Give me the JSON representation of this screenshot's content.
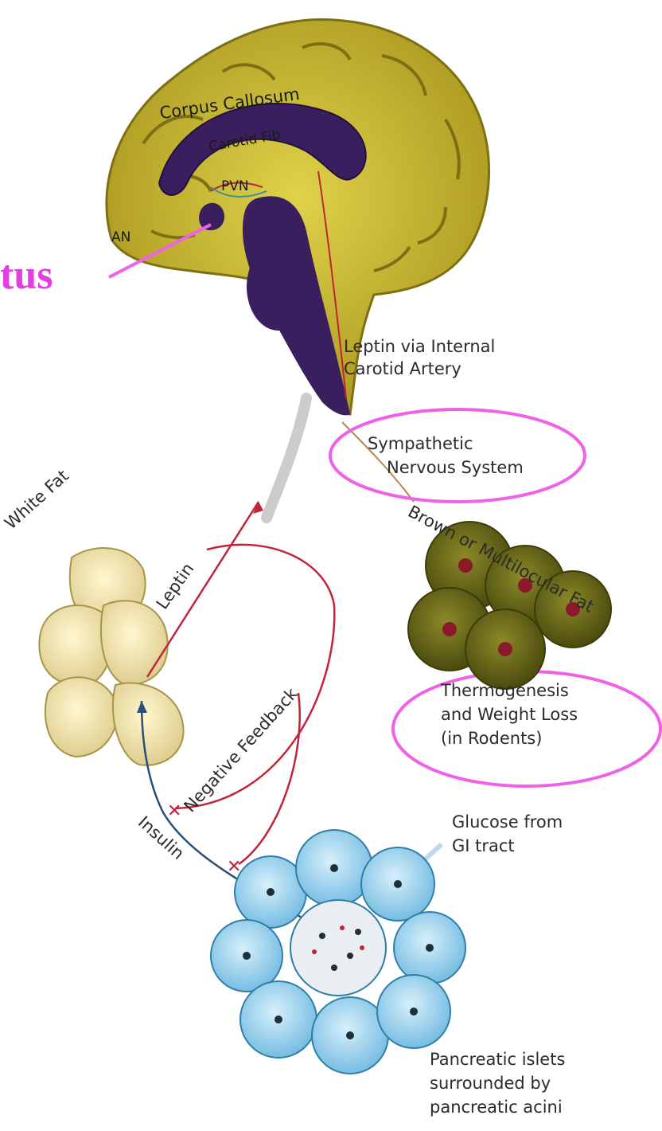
{
  "labels": {
    "hypothalamus_fragment": "tus",
    "corpus_callosum": "Corpus Callosum",
    "carotid_fragment": "Carotid Fib",
    "pvn": "PVN",
    "an": "AN",
    "leptin_internal_line1": "Leptin via Internal",
    "leptin_internal_line2": "Carotid Artery",
    "sympathetic_line1": "Sympathetic",
    "sympathetic_line2": "Nervous System",
    "white_fat": "White Fat",
    "leptin": "Leptin",
    "brown_fat": "Brown or Multilocular Fat",
    "thermo_line1": "Thermogenesis",
    "thermo_line2": "and Weight Loss",
    "thermo_line3": "(in Rodents)",
    "negative_feedback": "Negative Feedback",
    "insulin": "Insulin",
    "glucose_line1": "Glucose from",
    "glucose_line2": "GI tract",
    "pancreatic_line1": "Pancreatic islets",
    "pancreatic_line2": "surrounded by",
    "pancreatic_line3": "pancreatic acini"
  },
  "colors": {
    "brain": "#c9b832",
    "brain_dark": "#8d7f18",
    "ventricle": "#3a1f5e",
    "highlight": "#f060e8",
    "leptin_line": "#c0233a",
    "insulin_line": "#2a4e7a",
    "brown_fat": "#6b6a1a",
    "white_fat": "#f4e6a8",
    "pancreas": "#9fd4ee"
  }
}
